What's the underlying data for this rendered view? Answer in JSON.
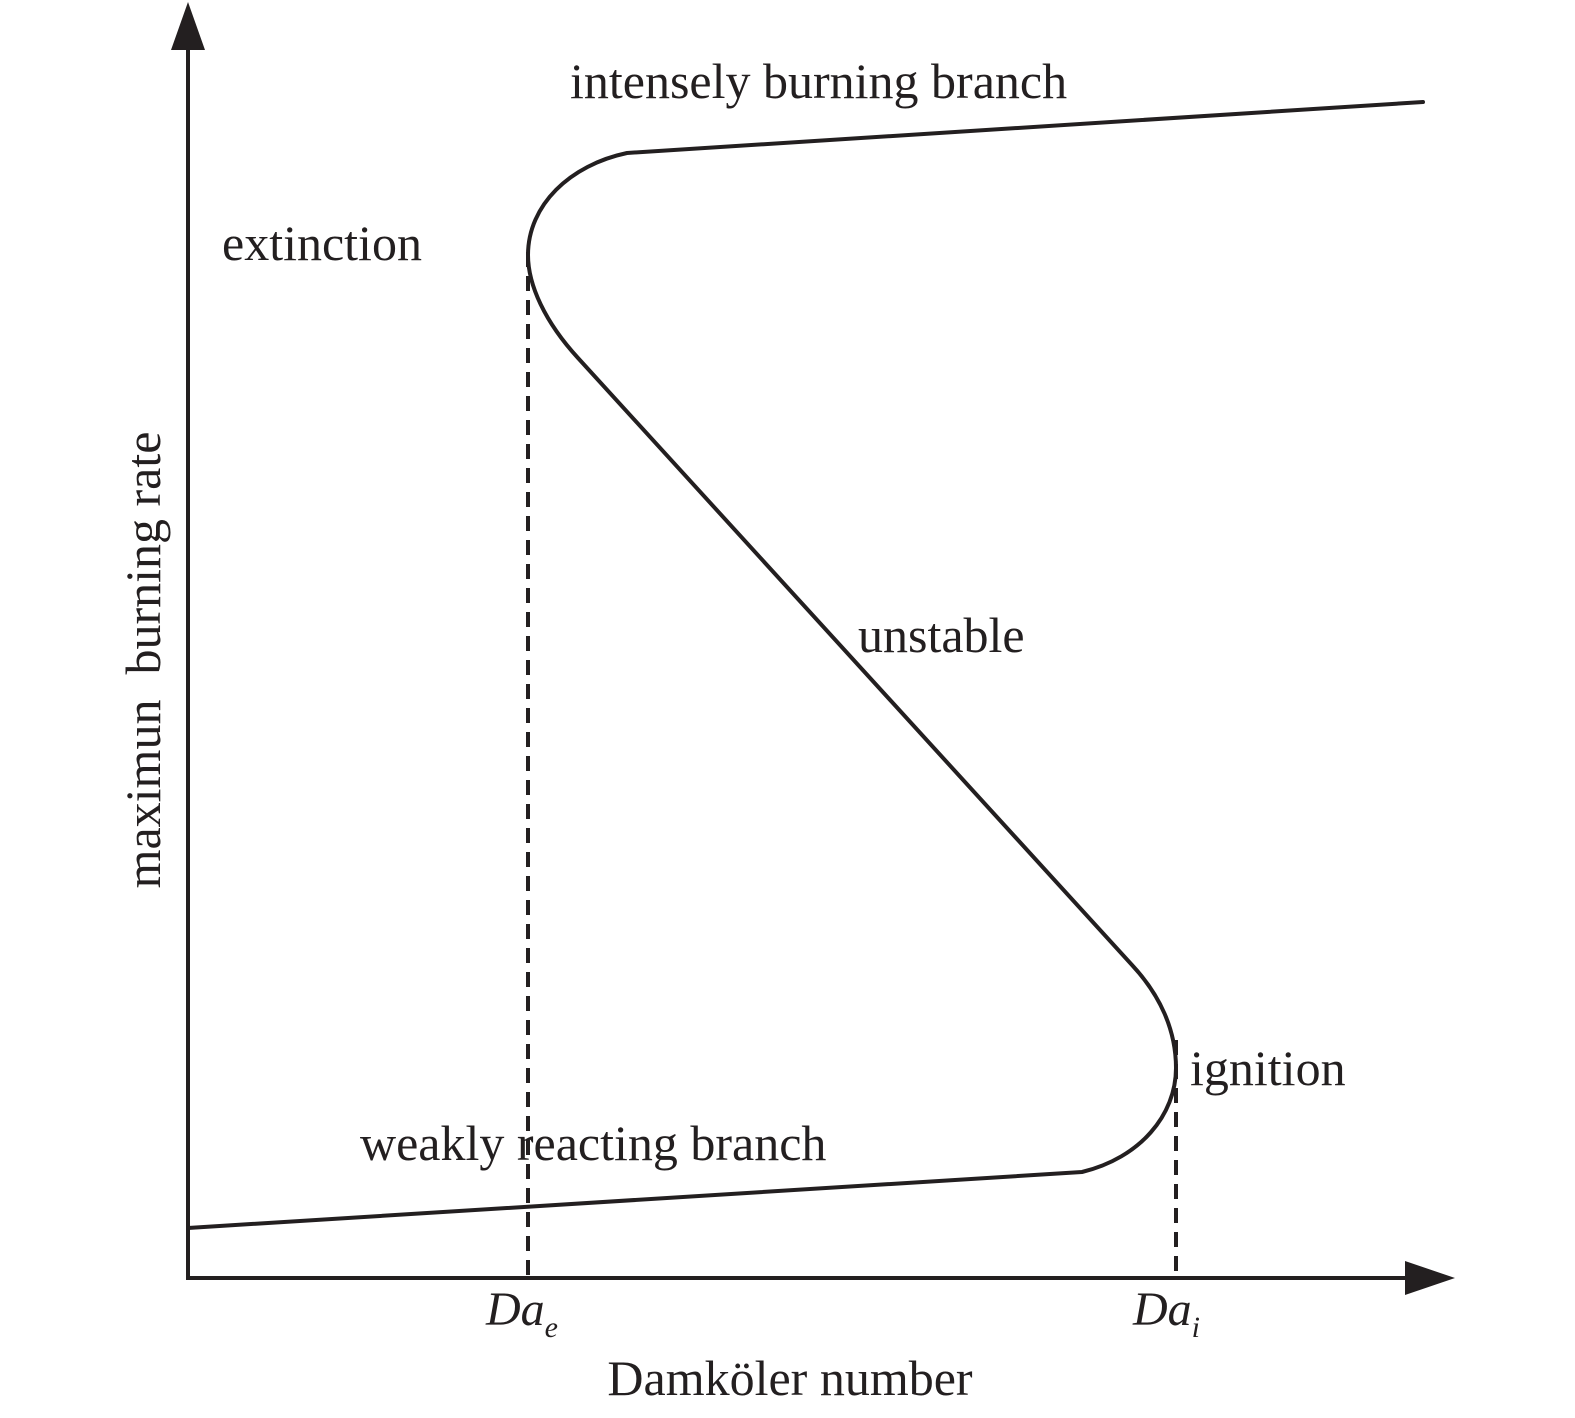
{
  "labels": {
    "intensely_burning": "intensely burning branch",
    "extinction": "extinction",
    "unstable": "unstable",
    "ignition": "ignition",
    "weakly_reacting": "weakly reacting branch"
  },
  "axes": {
    "x_label": "Damköler number",
    "y_label": "maximun  burning rate"
  },
  "ticks": {
    "extinction_symbol": "Da",
    "extinction_subscript": "e",
    "ignition_symbol": "Da",
    "ignition_subscript": "i"
  },
  "colors": {
    "ink": "#231f20",
    "background": "#ffffff"
  }
}
